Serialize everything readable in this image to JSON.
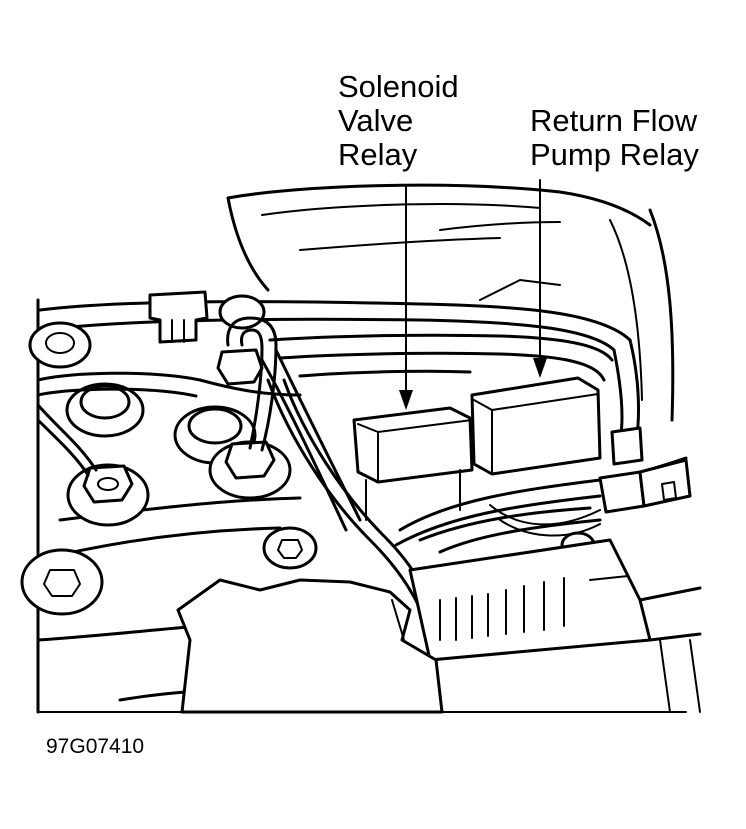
{
  "labels": {
    "solenoid_valve_relay": "Solenoid\nValve\nRelay",
    "return_flow_pump_relay": "Return Flow\nPump Relay"
  },
  "figure_id": "97G07410",
  "colors": {
    "line": "#000000",
    "background": "#ffffff"
  }
}
